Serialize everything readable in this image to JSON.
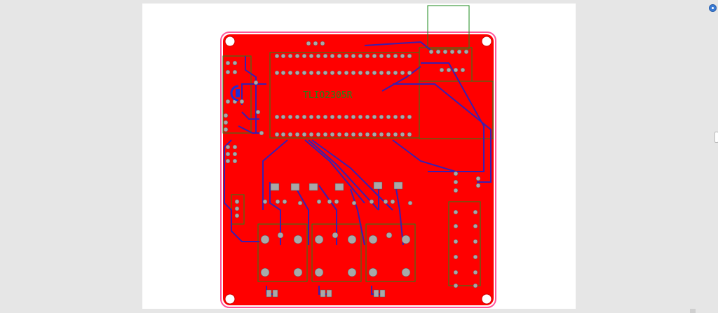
{
  "board": {
    "chip_label": "TLIO2305R",
    "colors": {
      "copper": "#ff0000",
      "board_outline": "#ff5599",
      "trace": "#3a1fb0",
      "silkscreen": "#1b8a1b",
      "pad": "#a8a8a8",
      "hole": "#ffffff",
      "background": "#e6e6e6",
      "sheet": "#ffffff"
    },
    "layers": [
      "top-copper",
      "top-silk",
      "board-outline"
    ]
  },
  "ui": {
    "corner_icon": "settings-dot-icon",
    "scroll_handle": "vertical-scroll-handle"
  }
}
